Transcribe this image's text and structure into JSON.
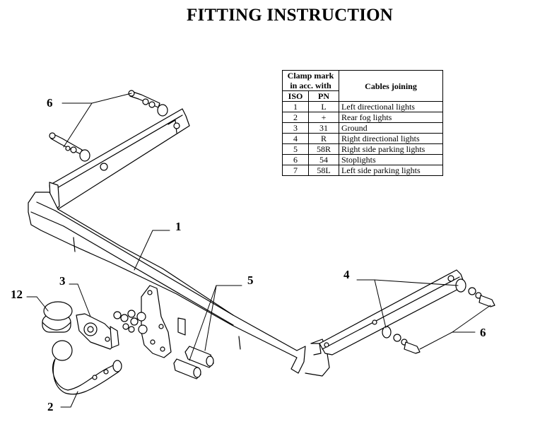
{
  "title": "FITTING INSTRUCTION",
  "table": {
    "header_clamp": [
      "Clamp mark",
      "in acc. with"
    ],
    "header_iso": "ISO",
    "header_pn": "PN",
    "header_cables": "Cables joining",
    "rows": [
      {
        "iso": "1",
        "pn": "L",
        "desc": "Left directional lights"
      },
      {
        "iso": "2",
        "pn": "+",
        "desc": "Rear fog lights"
      },
      {
        "iso": "3",
        "pn": "31",
        "desc": "Ground"
      },
      {
        "iso": "4",
        "pn": "R",
        "desc": "Right directional lights"
      },
      {
        "iso": "5",
        "pn": "58R",
        "desc": "Right side parking lights"
      },
      {
        "iso": "6",
        "pn": "54",
        "desc": "Stoplights"
      },
      {
        "iso": "7",
        "pn": "58L",
        "desc": "Left side parking lights"
      }
    ]
  },
  "callouts": {
    "c6_left": "6",
    "c1": "1",
    "c5": "5",
    "c4": "4",
    "c6_right": "6",
    "c12": "12",
    "c3": "3",
    "c2": "2"
  }
}
